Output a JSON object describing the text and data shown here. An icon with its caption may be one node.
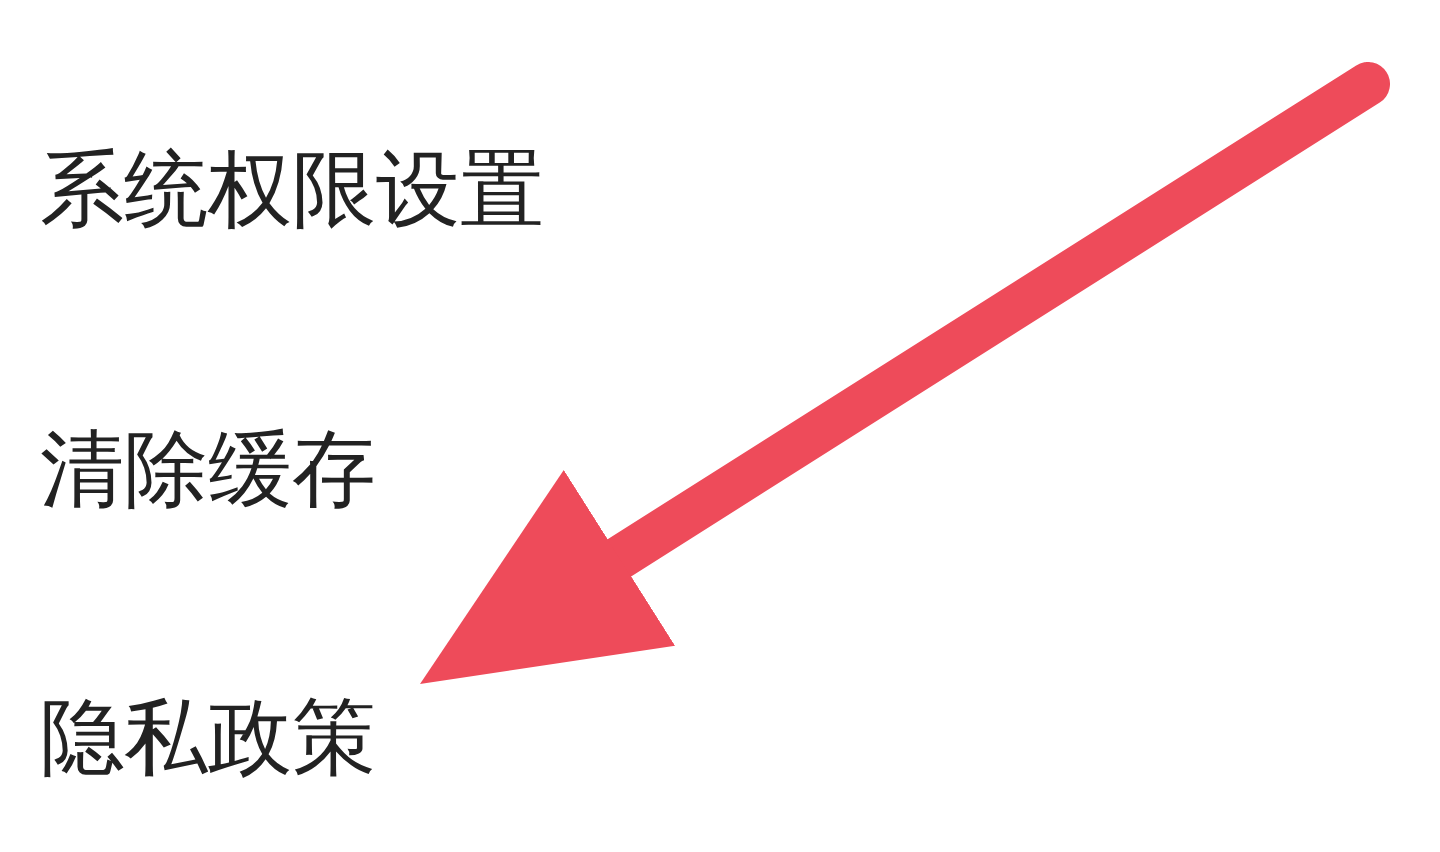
{
  "diagram": {
    "nodes": [
      {
        "text": [
          "系统权限设置"
        ]
      },
      {
        "text": [
          "清除缓存"
        ]
      },
      {
        "text": [
          "隐私政策"
        ]
      }
    ],
    "edges": [
      {
        "from": null,
        "to": 2,
        "arrow": "to"
      }
    ]
  }
}
